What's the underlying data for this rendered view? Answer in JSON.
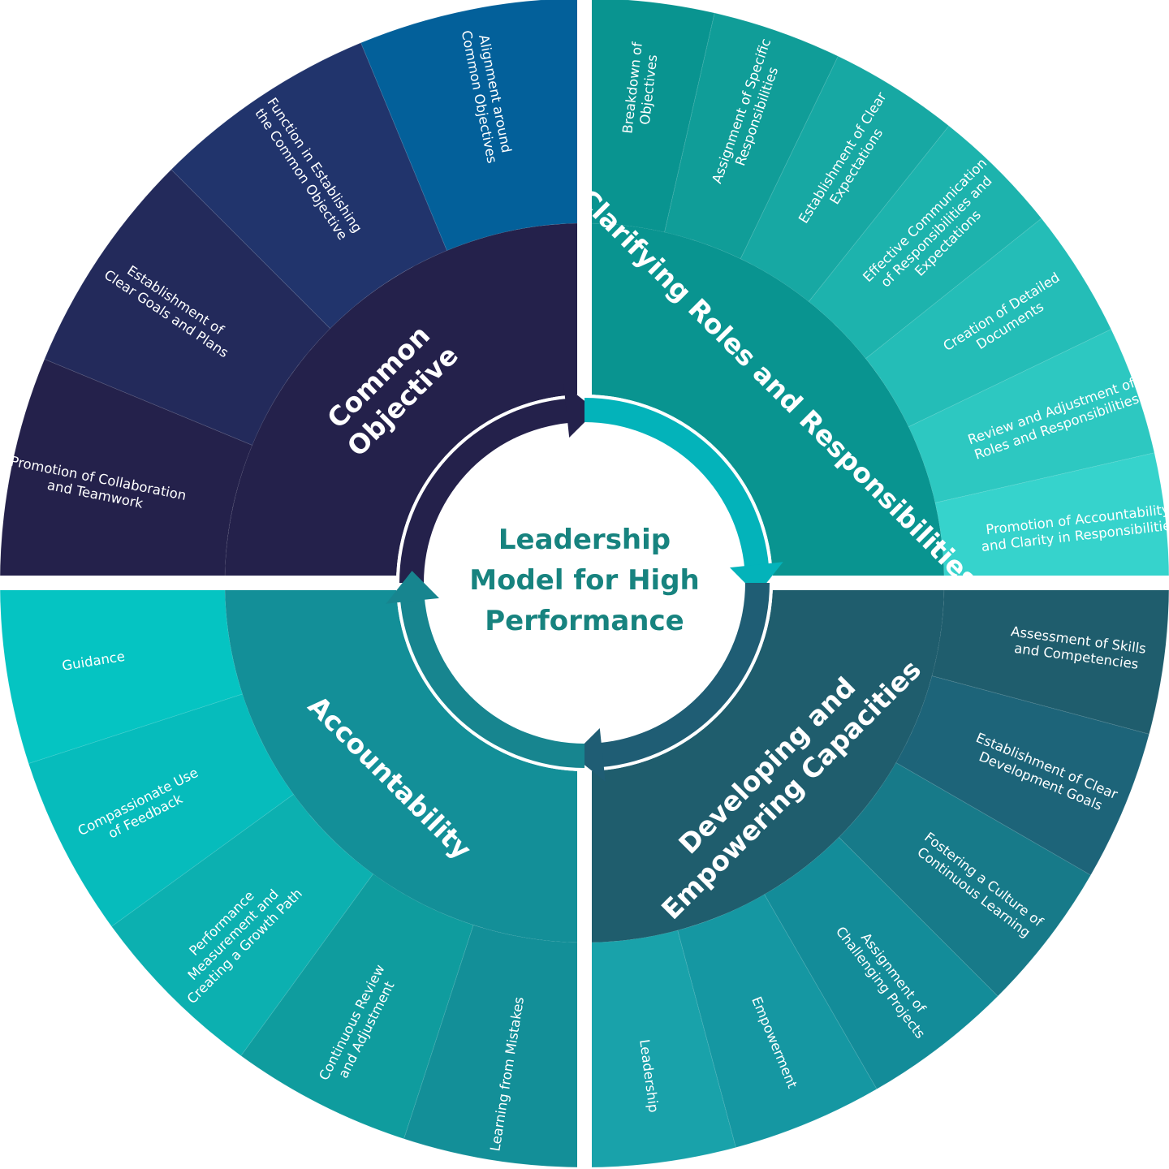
{
  "center_title_lines": [
    "Leadership",
    "Model for High",
    "Performance"
  ],
  "colors": {
    "common": "#24214b",
    "clarifying": "#099490",
    "developing": "#1f5d6d",
    "accountability": "#138f98",
    "arrow_common": "#24214b",
    "arrow_clarifying": "#03b3ba",
    "arrow_developing": "#1f5d74",
    "arrow_accountability": "#17858f",
    "center_text": "#17837f"
  },
  "quadrants": [
    {
      "id": "common-objective",
      "title_lines": [
        "Common",
        "Objective"
      ],
      "color": "#24214b",
      "segments": [
        {
          "lines": [
            "Alignment around",
            "Common Objectives"
          ],
          "color": "#03609a"
        },
        {
          "lines": [
            "Function in Establishing",
            "the Common Objective"
          ],
          "color": "#21346c"
        },
        {
          "lines": [
            "Establishment of",
            "Clear Goals and Plans"
          ],
          "color": "#232a5b"
        },
        {
          "lines": [
            "Promotion of Collaboration",
            "and Teamwork"
          ],
          "color": "#24214b"
        }
      ]
    },
    {
      "id": "clarifying-roles",
      "title_lines": [
        "Clarifying Roles and Responsibilities"
      ],
      "color": "#099490",
      "segments": [
        {
          "lines": [
            "Breakdown of",
            "Objectives"
          ],
          "color": "#099490"
        },
        {
          "lines": [
            "Assignment of Specific",
            "Responsibilities"
          ],
          "color": "#109d98"
        },
        {
          "lines": [
            "Establishment of Clear",
            "Expectations"
          ],
          "color": "#17a8a3"
        },
        {
          "lines": [
            "Effective Communication",
            "of Responsibilities and",
            "Expectations"
          ],
          "color": "#1db3ad"
        },
        {
          "lines": [
            "Creation of Detailed",
            "Documents"
          ],
          "color": "#24bdb7"
        },
        {
          "lines": [
            "Review and Adjustment of",
            "Roles and Responsibilities"
          ],
          "color": "#2dc8c1"
        },
        {
          "lines": [
            "Promotion of Accountability",
            "and Clarity in Responsibilities"
          ],
          "color": "#36d3cc"
        }
      ]
    },
    {
      "id": "developing-capacities",
      "title_lines": [
        "Developing and",
        "Empowering Capacities"
      ],
      "color": "#1f5d6d",
      "segments": [
        {
          "lines": [
            "Assessment of Skills",
            "and Competencies"
          ],
          "color": "#1f5d6d"
        },
        {
          "lines": [
            "Establishment of Clear",
            "Development Goals"
          ],
          "color": "#1d6479"
        },
        {
          "lines": [
            "Fostering a Culture of",
            "Continuous Learning"
          ],
          "color": "#177a89"
        },
        {
          "lines": [
            "Assignment of",
            "Challenging Projects"
          ],
          "color": "#138c99"
        },
        {
          "lines": [
            "Empowerment"
          ],
          "color": "#1597a2"
        },
        {
          "lines": [
            "Leadership"
          ],
          "color": "#19a2aa"
        }
      ]
    },
    {
      "id": "accountability",
      "title_lines": [
        "Accountability"
      ],
      "color": "#138f98",
      "segments": [
        {
          "lines": [
            "Learning from Mistakes"
          ],
          "color": "#138f98"
        },
        {
          "lines": [
            "Continuous Review",
            "and Adjustment"
          ],
          "color": "#0f9c9e"
        },
        {
          "lines": [
            "Performance",
            "Measurement and",
            "Creating a Growth Path"
          ],
          "color": "#0cb0b0"
        },
        {
          "lines": [
            "Compassionate Use",
            "of Feedback"
          ],
          "color": "#06bcbc"
        },
        {
          "lines": [
            "Guidance"
          ],
          "color": "#05c4c2"
        }
      ]
    }
  ]
}
